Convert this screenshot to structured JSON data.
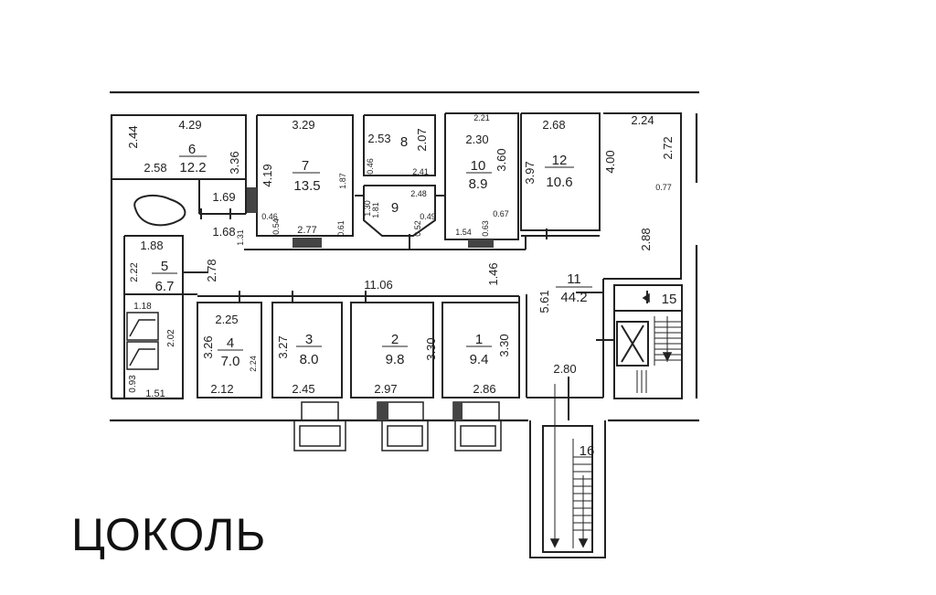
{
  "title": "ЦОКОЛЬ",
  "rooms": [
    {
      "id": "6",
      "name": "room-6",
      "number": "6",
      "area": "12.2",
      "dims": [
        "4.29",
        "2.44",
        "2.58",
        "3.36"
      ]
    },
    {
      "id": "7",
      "name": "room-7",
      "number": "7",
      "area": "13.5",
      "dims": [
        "3.29",
        "4.19",
        "1.87",
        "2.77",
        "0.46",
        "0.54",
        "0.61"
      ]
    },
    {
      "id": "8",
      "name": "room-8",
      "number": "8",
      "area": "",
      "dims": [
        "2.53",
        "2.07",
        "0.46",
        "2.41"
      ]
    },
    {
      "id": "9",
      "name": "room-9",
      "number": "9",
      "area": "",
      "dims": [
        "2.48",
        "1.81",
        "1.30",
        "0.52",
        "0.49"
      ]
    },
    {
      "id": "10",
      "name": "room-10",
      "number": "10",
      "area": "8.9",
      "dims": [
        "2.21",
        "2.30",
        "3.60",
        "1.54",
        "0.63",
        "0.67"
      ]
    },
    {
      "id": "12",
      "name": "room-12",
      "number": "12",
      "area": "10.6",
      "dims": [
        "2.68",
        "3.97",
        "4.00"
      ]
    },
    {
      "id": "5",
      "name": "room-5",
      "number": "5",
      "area": "6.7",
      "dims": [
        "1.88",
        "2.22",
        "2.78"
      ]
    },
    {
      "id": "4",
      "name": "room-4",
      "number": "4",
      "area": "7.0",
      "dims": [
        "2.25",
        "3.26",
        "2.12",
        "2.24"
      ]
    },
    {
      "id": "3",
      "name": "room-3",
      "number": "3",
      "area": "8.0",
      "dims": [
        "3.27",
        "2.45"
      ]
    },
    {
      "id": "2",
      "name": "room-2",
      "number": "2",
      "area": "9.8",
      "dims": [
        "3.30",
        "2.97"
      ]
    },
    {
      "id": "1",
      "name": "room-1",
      "number": "1",
      "area": "9.4",
      "dims": [
        "3.30",
        "2.86"
      ]
    },
    {
      "id": "11",
      "name": "room-11",
      "number": "11",
      "area": "44.2",
      "dims": [
        "2.24",
        "2.72",
        "0.77",
        "2.88",
        "5.61",
        "11.06",
        "1.46",
        "1.69",
        "1.68",
        "1.31",
        "2.80"
      ]
    },
    {
      "id": "15",
      "name": "room-15",
      "number": "15",
      "area": "",
      "dims": []
    },
    {
      "id": "16",
      "name": "room-16",
      "number": "16",
      "area": "",
      "dims": []
    }
  ],
  "wc": {
    "dims": [
      "1.18",
      "2.02",
      "0.93",
      "1.51"
    ]
  }
}
